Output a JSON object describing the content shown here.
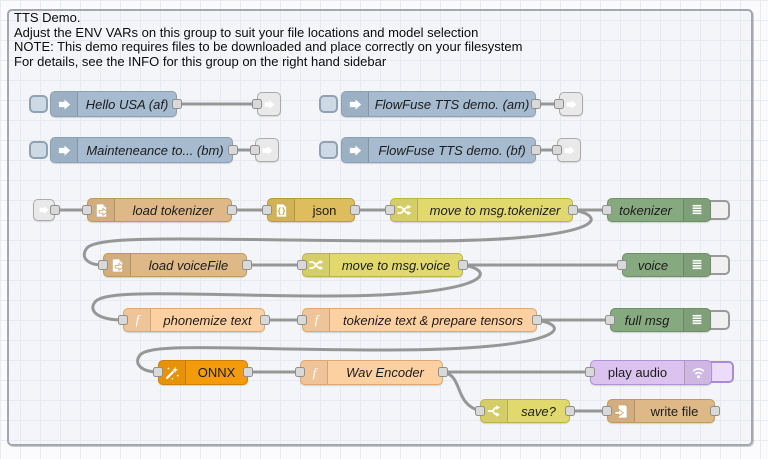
{
  "group": {
    "label_lines": [
      "TTS Demo.",
      "Adjust the ENV VARs on this group to suit your file locations and model selection",
      "NOTE: This demo requires files to be downloaded and place correctly on your filesystem",
      "For details, see the INFO for this group on the right hand sidebar"
    ]
  },
  "nodes": {
    "inject_hello": {
      "type": "inject",
      "label": "Hello USA (af)"
    },
    "inject_maintenance": {
      "type": "inject",
      "label": "Mainteneance to... (bm)"
    },
    "inject_tts_am": {
      "type": "inject",
      "label": "FlowFuse TTS demo. (am)"
    },
    "inject_tts_bf": {
      "type": "inject",
      "label": "FlowFuse TTS demo. (bf)"
    },
    "load_tokenizer": {
      "type": "file-in",
      "label": "load tokenizer"
    },
    "json": {
      "type": "json",
      "label": "json"
    },
    "move_tokenizer": {
      "type": "change",
      "label": "move to msg.tokenizer"
    },
    "debug_tokenizer": {
      "type": "debug",
      "label": "tokenizer"
    },
    "load_voicefile": {
      "type": "file-in",
      "label": "load voiceFile"
    },
    "move_voice": {
      "type": "change",
      "label": "move to msg.voice"
    },
    "debug_voice": {
      "type": "debug",
      "label": "voice"
    },
    "phonemize": {
      "type": "function",
      "label": "phonemize text"
    },
    "tokenize_tensors": {
      "type": "function",
      "label": "tokenize text & prepare tensors"
    },
    "debug_fullmsg": {
      "type": "debug",
      "label": "full msg"
    },
    "onnx": {
      "type": "onnx",
      "label": "ONNX"
    },
    "wav_encoder": {
      "type": "function",
      "label": "Wav Encoder"
    },
    "play_audio": {
      "type": "play-audio",
      "label": "play audio"
    },
    "save": {
      "type": "switch",
      "label": "save?"
    },
    "write_file": {
      "type": "file-out",
      "label": "write file"
    }
  },
  "palette": {
    "inject": "#a6bbcf",
    "link": "#e9e9e9",
    "file": "#deb887",
    "json": "#debd5c",
    "change": "#e2d96e",
    "switch": "#e2d96e",
    "debug": "#87a980",
    "function": "#fdd0a2",
    "onnx": "#f49b0c",
    "play_audio": "#dcc2ef",
    "wire": "#979797",
    "group_border": "#a3a7b0"
  }
}
